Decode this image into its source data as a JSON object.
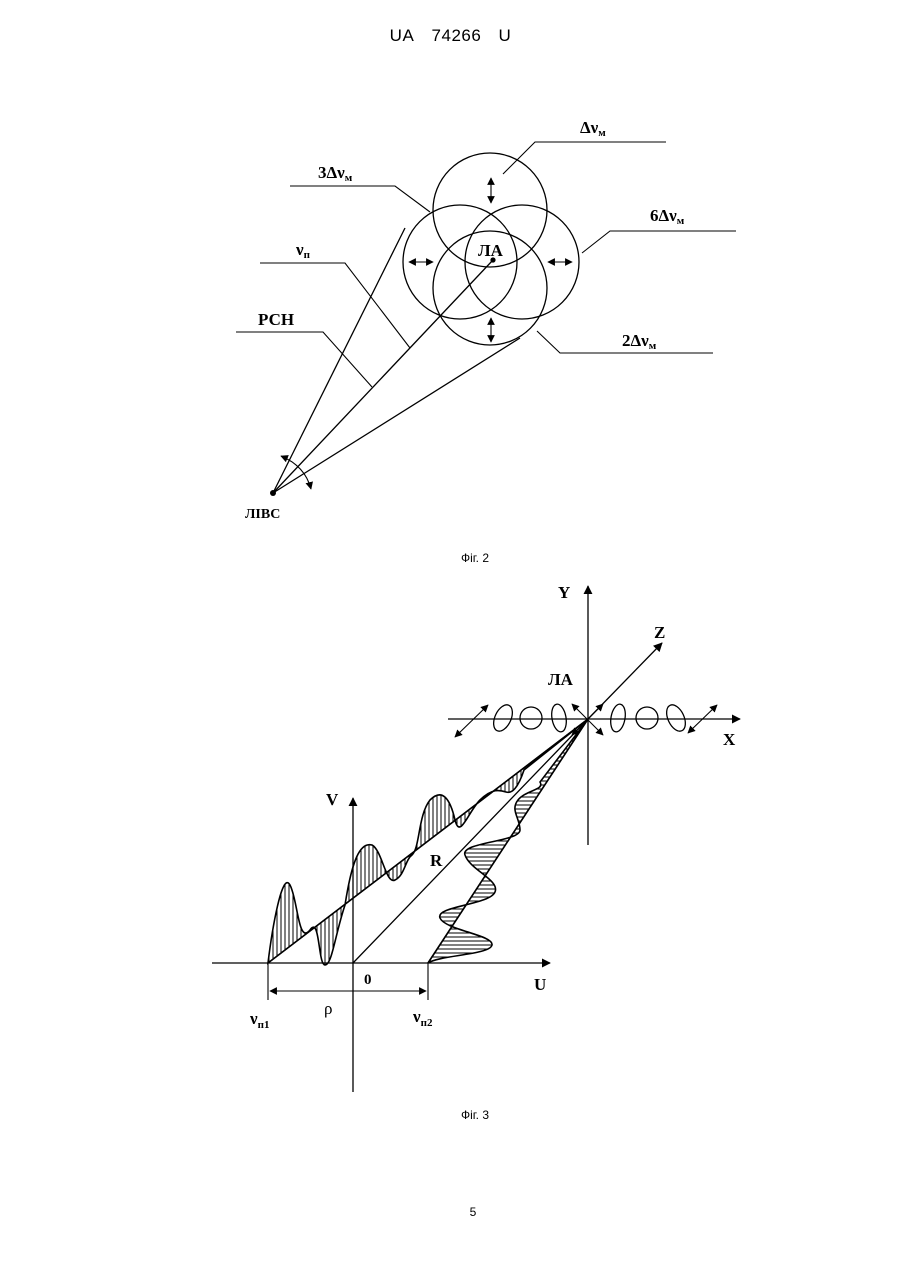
{
  "header": {
    "office": "UA",
    "number": "74266",
    "kind": "U"
  },
  "fig2": {
    "caption": "Фіг. 2",
    "labels": {
      "dv": "Δν",
      "dv_sub": "м",
      "dv3": "3Δν",
      "dv3_sub": "м",
      "dv6": "6Δν",
      "dv6_sub": "м",
      "dv2": "2Δν",
      "dv2_sub": "м",
      "vp": "ν",
      "vp_sub": "п",
      "rsn": "РСН",
      "la": "ЛА",
      "livs": "ЛІВС"
    }
  },
  "fig3": {
    "caption": "Фіг. 3",
    "labels": {
      "y": "Y",
      "z": "Z",
      "x": "X",
      "la": "ЛА",
      "v": "V",
      "r": "R",
      "u": "U",
      "zero": "0",
      "rho": "ρ",
      "vn1": "ν",
      "vn1_sub": "п1",
      "vn2": "ν",
      "vn2_sub": "п2"
    }
  },
  "page_number": "5"
}
